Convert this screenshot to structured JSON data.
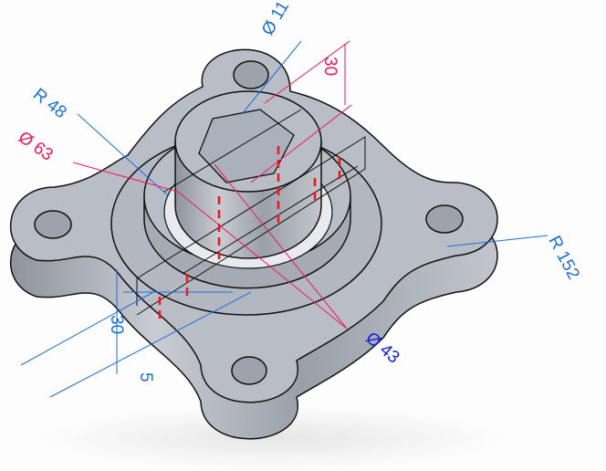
{
  "drawing": {
    "colors": {
      "dimension_blue": "#1a6fe0",
      "dimension_red": "#f0185a",
      "part_gray": "#b9bec6",
      "edge": "#111111",
      "hidden_red": "#ff0000"
    },
    "dimensions": {
      "hole_diameter": "Ø 11",
      "boss_height": "30",
      "radius_hub": "R 48",
      "diameter_hub": "Ø 63",
      "diameter_boss": "Ø 43",
      "radius_lobe": "R 152",
      "flange_height": "30",
      "rib_width": "5"
    }
  }
}
